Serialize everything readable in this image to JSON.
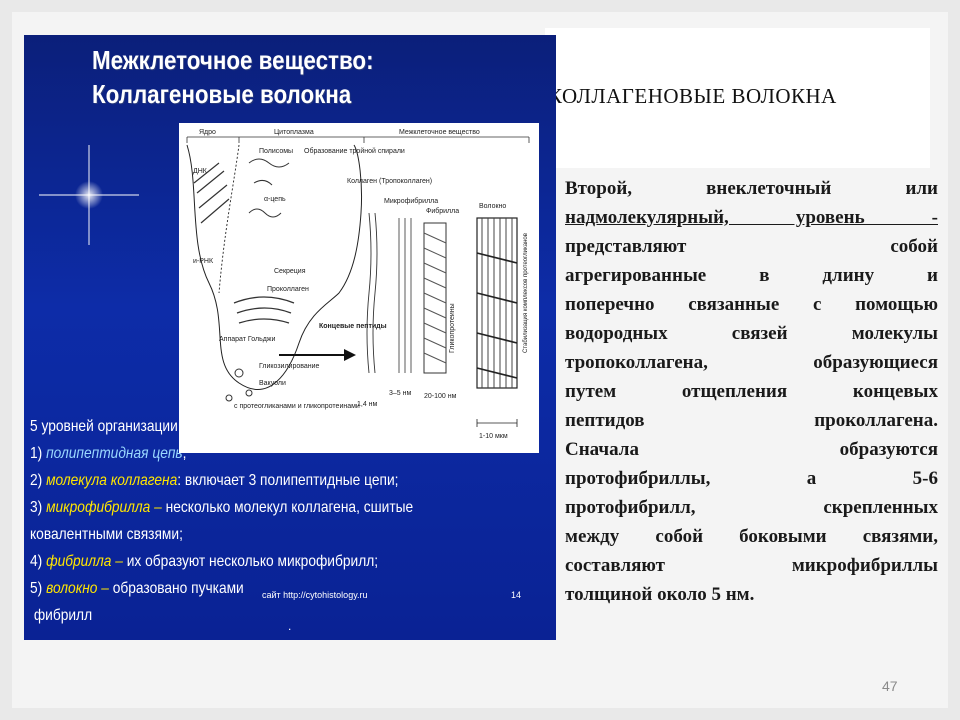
{
  "slide": {
    "title": "КОЛЛАГЕНОВЫЕ ВОЛОКНА",
    "number": "47"
  },
  "panel": {
    "title_line1": "Межклеточное вещество:",
    "title_line2": "Коллагеновые волокна",
    "levels_heading": "5 уровней организации:",
    "levels": [
      {
        "num": "1)",
        "term": "полипептидная цепь",
        "rest": ","
      },
      {
        "num": "2)",
        "term": "молекула коллагена",
        "rest": ": включает 3 полипептидные цепи;"
      },
      {
        "num": "3)",
        "term": "микрофибрилла –",
        "rest": " несколько молекул коллагена, сшитые"
      },
      {
        "num": "",
        "term": "",
        "rest": "ковалентными связями;"
      },
      {
        "num": "4)",
        "term": "фибрилла –",
        "rest": " их образуют несколько микрофибрилл;"
      },
      {
        "num": "5)",
        "term": "волокно –",
        "rest": " образовано пучками"
      },
      {
        "num": "",
        "term": "",
        "rest": "фибрилл"
      }
    ],
    "site": "сайт http://cytohistology.ru",
    "page": "14"
  },
  "diagram": {
    "labels": {
      "nucleus": "Ядро",
      "cytoplasm": "Цитоплазма",
      "matrix": "Межклеточное вещество",
      "dna": "ДНК",
      "irna": "и-РНК",
      "polysomes": "Полисомы",
      "triple": "Образование тройной спирали",
      "alpha": "α-цепь",
      "secretion": "Секреция",
      "procollagen": "Проколлаген",
      "golgi": "Аппарат Гольджи",
      "collagen": "Коллаген (Тропоколлаген)",
      "microfibril": "Микрофибрилла",
      "fibril": "Фибрилла",
      "fiber": "Волокно",
      "end_peptides": "Концевые пептиды",
      "glyco": "Гликозилирование",
      "vacuoles": "Вакуоли",
      "proteoglycans": "с протеогликанами и гликопротеинами",
      "glycoproteins": "Гликопротеины",
      "stabilizing": "Стабилизация комплексов протеогликанов",
      "d1": "1,4 нм",
      "d2": "3–5 нм",
      "d3": "20-100 нм",
      "d4": "1-10 мкм"
    }
  },
  "body": {
    "lines": [
      "Второй, внеклеточный или",
      "надмолекулярный, уровень -",
      "представляют собой",
      "агрегированные в длину и",
      "поперечно связанные с помощью",
      "водородных связей молекулы",
      "тропоколлагена, образующиеся",
      "путем отщепления концевых",
      "пептидов проколлагена.",
      "Сначала образуются",
      "протофибриллы, а 5-6",
      "протофибрилл, скрепленных",
      "между собой боковыми связями,",
      "составляют микрофибриллы",
      "толщиной около 5 нм."
    ]
  },
  "colors": {
    "panel_blue": "#0d2ca8",
    "term_yellow": "#ffe600",
    "term_cyan": "#9ad8ff"
  }
}
